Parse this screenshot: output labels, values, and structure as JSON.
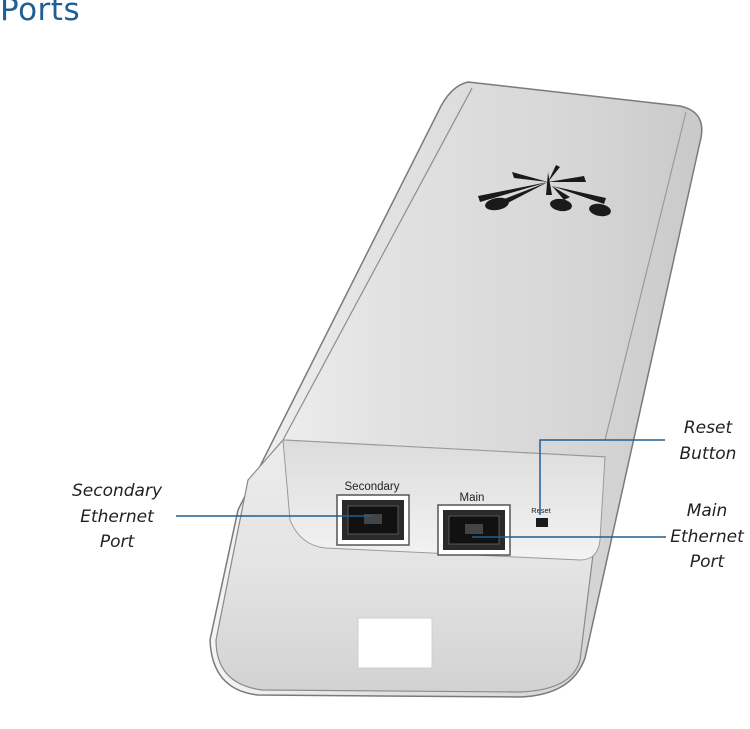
{
  "page": {
    "title": "Ports"
  },
  "device": {
    "port_labels": {
      "secondary": "Secondary",
      "main": "Main",
      "reset": "Reset"
    },
    "logo_icon": "ubiquiti-logo-icon"
  },
  "callouts": {
    "secondary": {
      "line1": "Secondary",
      "line2": "Ethernet",
      "line3": "Port"
    },
    "reset": {
      "line1": "Reset",
      "line2": "Button"
    },
    "main": {
      "line1": "Main",
      "line2": "Ethernet",
      "line3": "Port"
    }
  },
  "colors": {
    "title": "#1f5f93",
    "leader_line": "#1f5f93",
    "device_body": "#e6e6e6"
  }
}
